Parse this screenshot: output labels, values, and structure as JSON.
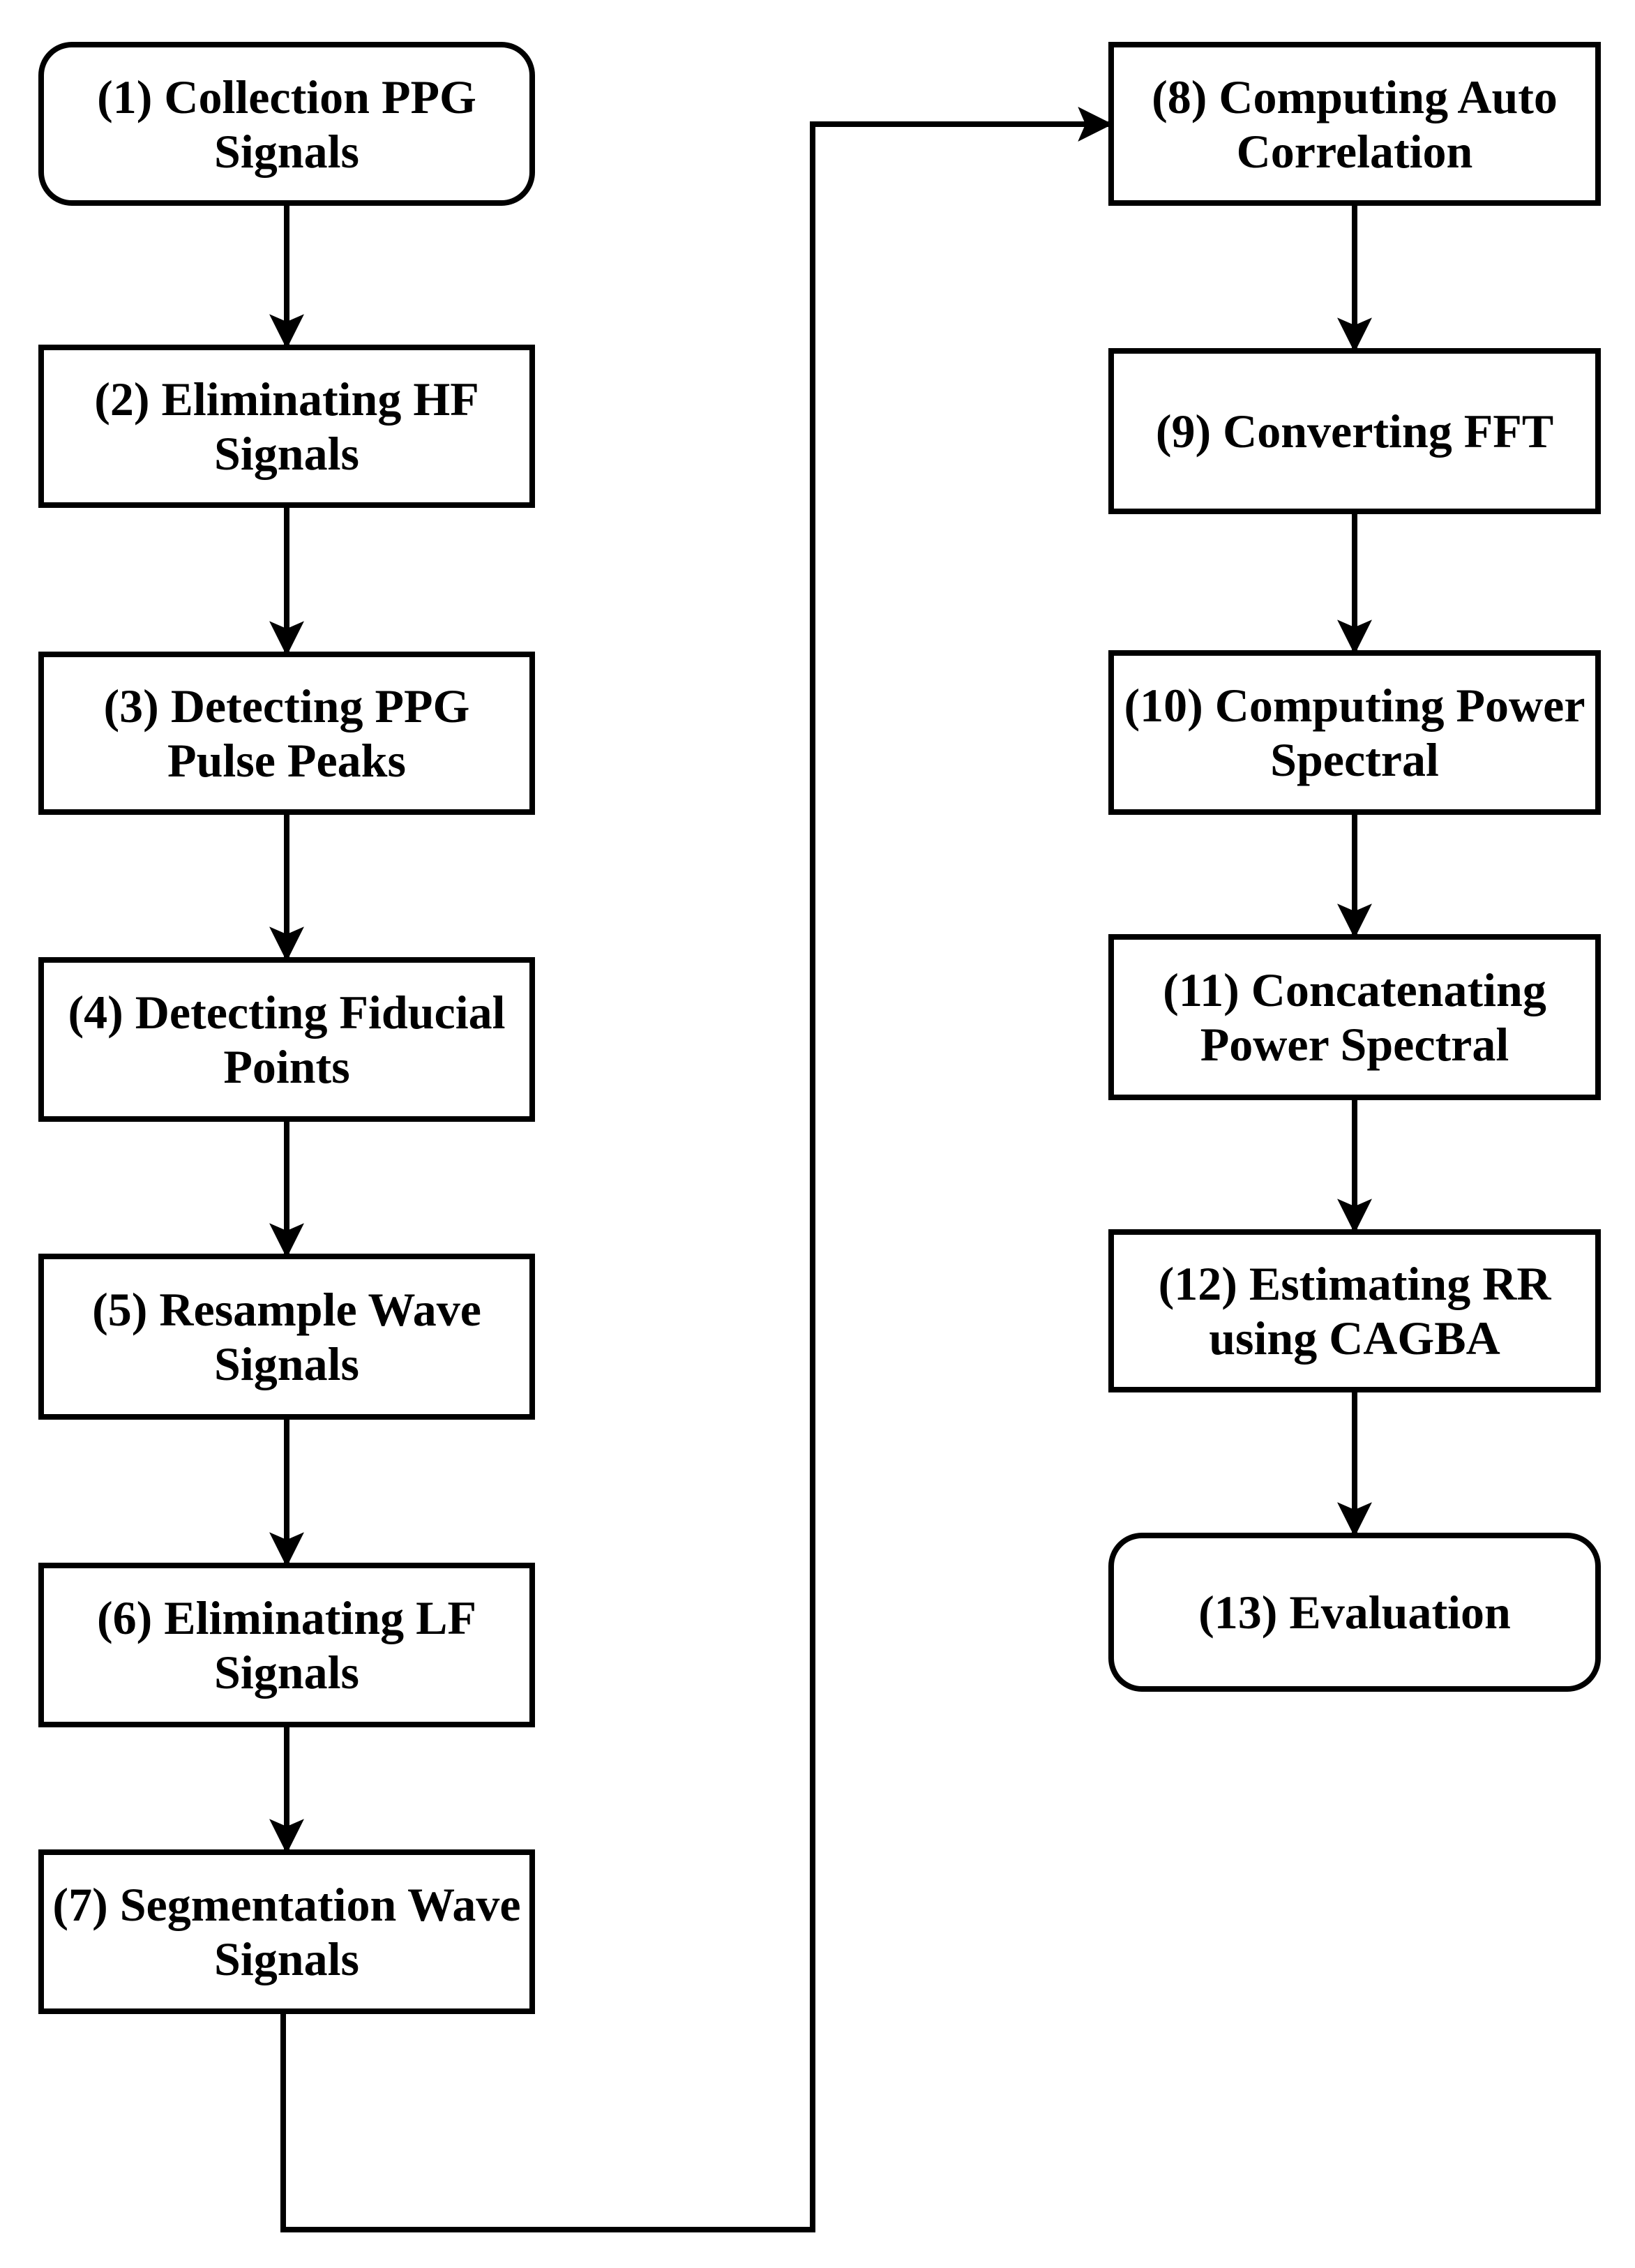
{
  "colors": {
    "background": "#ffffff",
    "box_fill": "#ffffff",
    "line": "#000000",
    "text": "#000000"
  },
  "boxes": [
    {
      "id": "1",
      "label": "(1) Collection PPG\nSignals",
      "shape": "rounded"
    },
    {
      "id": "2",
      "label": "(2) Eliminating HF\nSignals",
      "shape": "rect"
    },
    {
      "id": "3",
      "label": "(3) Detecting PPG\nPulse Peaks",
      "shape": "rect"
    },
    {
      "id": "4",
      "label": "(4) Detecting Fiducial\nPoints",
      "shape": "rect"
    },
    {
      "id": "5",
      "label": "(5) Resample Wave\nSignals",
      "shape": "rect"
    },
    {
      "id": "6",
      "label": "(6) Eliminating LF\nSignals",
      "shape": "rect"
    },
    {
      "id": "7",
      "label": "(7) Segmentation Wave\nSignals",
      "shape": "rect"
    },
    {
      "id": "8",
      "label": "(8) Computing Auto\nCorrelation",
      "shape": "rect"
    },
    {
      "id": "9",
      "label": "(9) Converting FFT",
      "shape": "rect"
    },
    {
      "id": "10",
      "label": "(10) Computing Power\nSpectral",
      "shape": "rect"
    },
    {
      "id": "11",
      "label": "(11) Concatenating\nPower Spectral",
      "shape": "rect"
    },
    {
      "id": "12",
      "label": "(12) Estimating RR\nusing CAGBA",
      "shape": "rect"
    },
    {
      "id": "13",
      "label": "(13) Evaluation",
      "shape": "rounded"
    }
  ],
  "edges": [
    {
      "from": "1",
      "to": "2"
    },
    {
      "from": "2",
      "to": "3"
    },
    {
      "from": "3",
      "to": "4"
    },
    {
      "from": "4",
      "to": "5"
    },
    {
      "from": "5",
      "to": "6"
    },
    {
      "from": "6",
      "to": "7"
    },
    {
      "from": "7",
      "to": "8"
    },
    {
      "from": "8",
      "to": "9"
    },
    {
      "from": "9",
      "to": "10"
    },
    {
      "from": "10",
      "to": "11"
    },
    {
      "from": "11",
      "to": "12"
    },
    {
      "from": "12",
      "to": "13"
    }
  ]
}
